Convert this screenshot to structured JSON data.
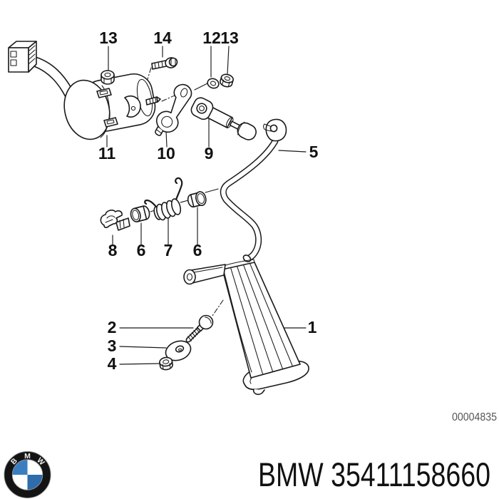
{
  "diagram": {
    "callouts": [
      {
        "part": "13"
      },
      {
        "part": "14"
      },
      {
        "part": "12"
      },
      {
        "part": "13"
      },
      {
        "part": "11"
      },
      {
        "part": "10"
      },
      {
        "part": "9"
      },
      {
        "part": "5"
      },
      {
        "part": "8"
      },
      {
        "part": "6"
      },
      {
        "part": "7"
      },
      {
        "part": "6"
      },
      {
        "part": "2"
      },
      {
        "part": "3"
      },
      {
        "part": "4"
      },
      {
        "part": "1"
      }
    ],
    "drawing_number": "00004835"
  },
  "footer": {
    "caption": "BMW 35411158660",
    "logo_letters": [
      "B",
      "M",
      "W"
    ]
  },
  "colors": {
    "line": "#1a1a1a",
    "label": "#111111",
    "drawing_number": "#555555",
    "bmw_blue": "#3a7ec0",
    "logo_ring": "#141414"
  }
}
